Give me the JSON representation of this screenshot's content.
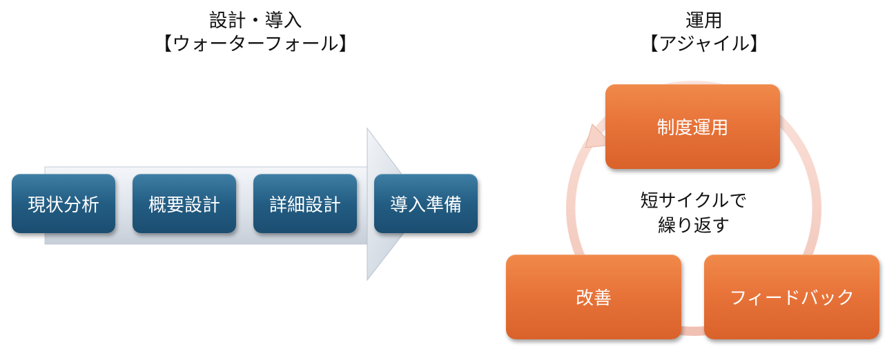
{
  "waterfall": {
    "title": "設計・導入",
    "subtitle": "【ウォーターフォール】",
    "steps": [
      "現状分析",
      "概要設計",
      "詳細設計",
      "導入準備"
    ]
  },
  "agile": {
    "title": "運用",
    "subtitle": "【アジャイル】",
    "steps": [
      "制度運用",
      "フィードバック",
      "改善"
    ],
    "caption_line1": "短サイクルで",
    "caption_line2": "繰り返す"
  },
  "colors": {
    "waterfall_box": "#235d83",
    "agile_box": "#e8743a",
    "arrow": "#d4dbe3",
    "cycle_ring": "#f3c9bd"
  }
}
